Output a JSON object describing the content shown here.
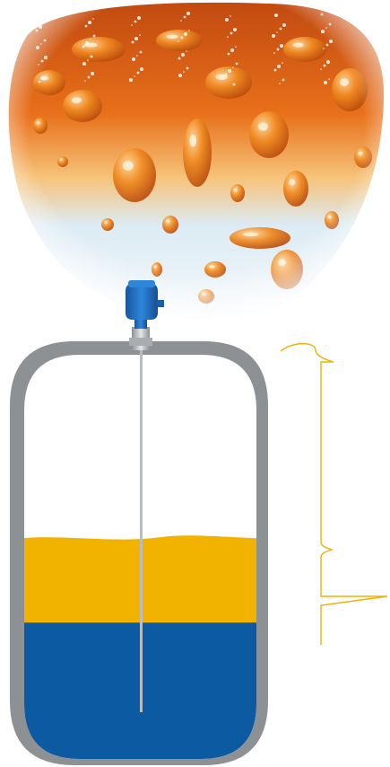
{
  "scene": {
    "photo_subject": "oil-and-water-droplets",
    "colors": {
      "oil_layer": "#F2B200",
      "water_layer": "#0B5AA2",
      "tank_shell": "#8E9194",
      "tank_shell_edge": "#B7BABD",
      "probe_rod": "#B9BCC0",
      "transmitter_head": "#1F6FC2",
      "signal_trace": "#F2B000",
      "photo_oil": "#E8701A",
      "photo_water": "#DCEBF4"
    },
    "tank": {
      "oil_fraction_of_liquid": 0.38,
      "water_fraction_of_liquid": 0.62
    },
    "signal": {
      "peaks": [
        "reference-pulse",
        "oil-surface-echo",
        "oil-water-interface-echo"
      ]
    }
  }
}
